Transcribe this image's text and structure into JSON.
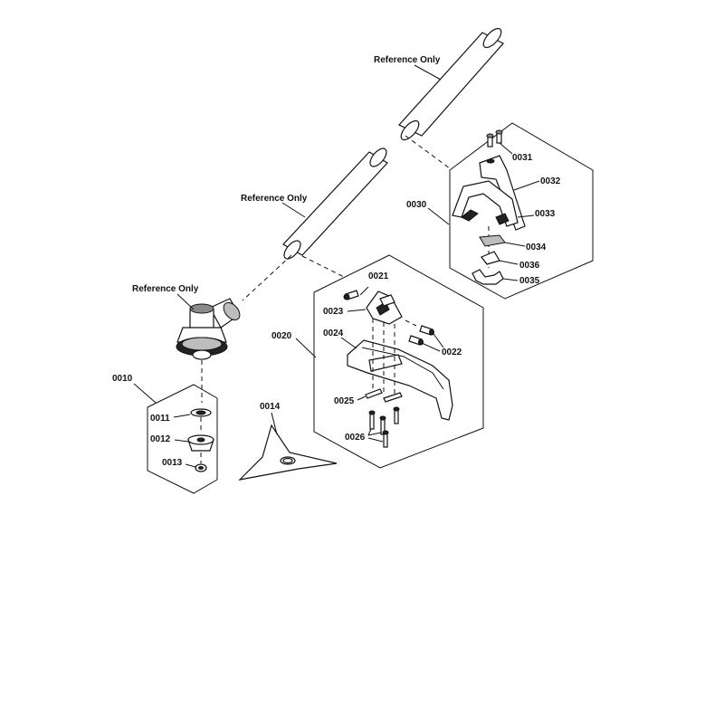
{
  "reference_labels": [
    "Reference Only",
    "Reference Only",
    "Reference Only"
  ],
  "part_labels": {
    "p0010": "0010",
    "p0011": "0011",
    "p0012": "0012",
    "p0013": "0013",
    "p0014": "0014",
    "p0020": "0020",
    "p0021": "0021",
    "p0022": "0022",
    "p0023": "0023",
    "p0024": "0024",
    "p0025": "0025",
    "p0026": "0026",
    "p0030": "0030",
    "p0031": "0031",
    "p0032": "0032",
    "p0033": "0033",
    "p0034": "0034",
    "p0035": "0035",
    "p0036": "0036"
  }
}
